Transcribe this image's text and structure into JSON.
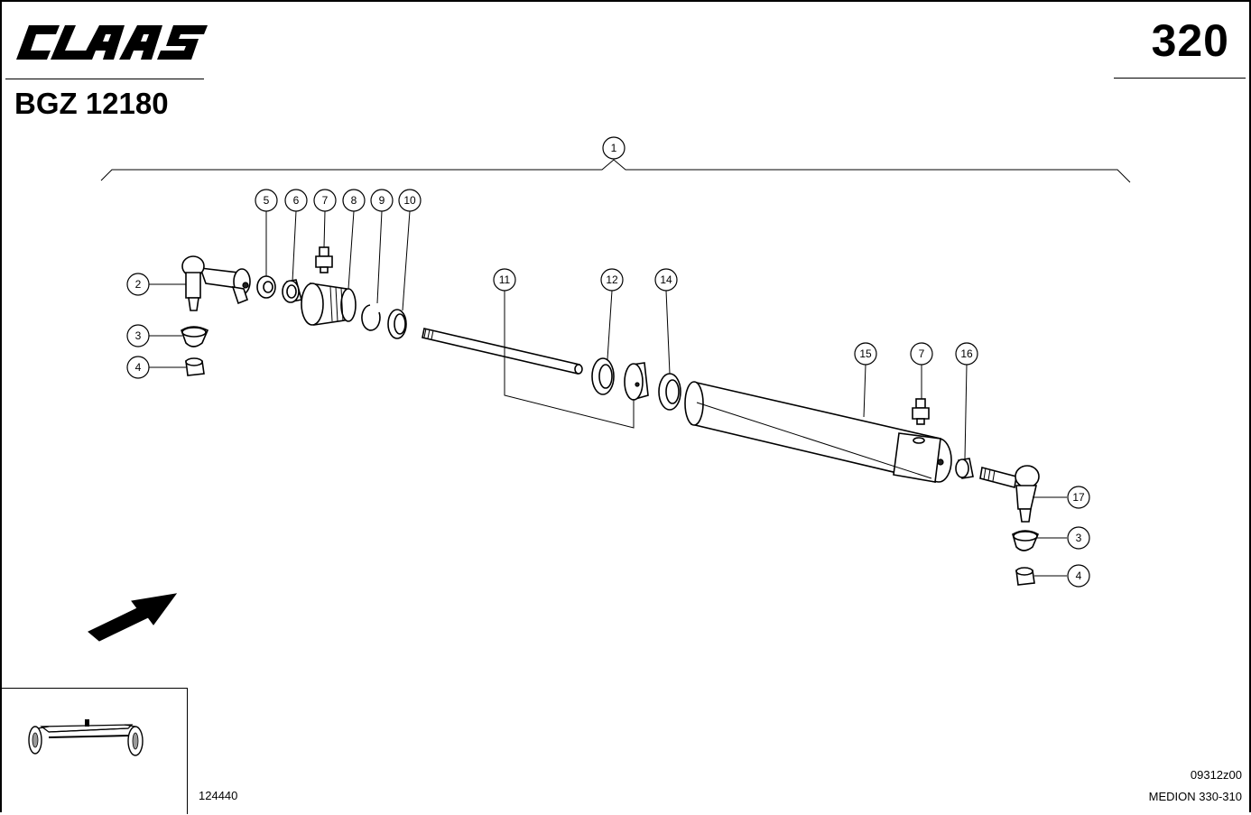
{
  "header": {
    "brand": "CLAAS",
    "page_number": "320",
    "assembly_code": "BGZ 12180"
  },
  "callouts": [
    "1",
    "2",
    "3",
    "4",
    "5",
    "6",
    "7",
    "8",
    "9",
    "10",
    "11",
    "12",
    "14",
    "15",
    "7",
    "16",
    "17",
    "3",
    "4"
  ],
  "footer": {
    "drawing_number": "124440",
    "ref_code": "09312z00",
    "model_ref": "MEDION 330-310"
  }
}
